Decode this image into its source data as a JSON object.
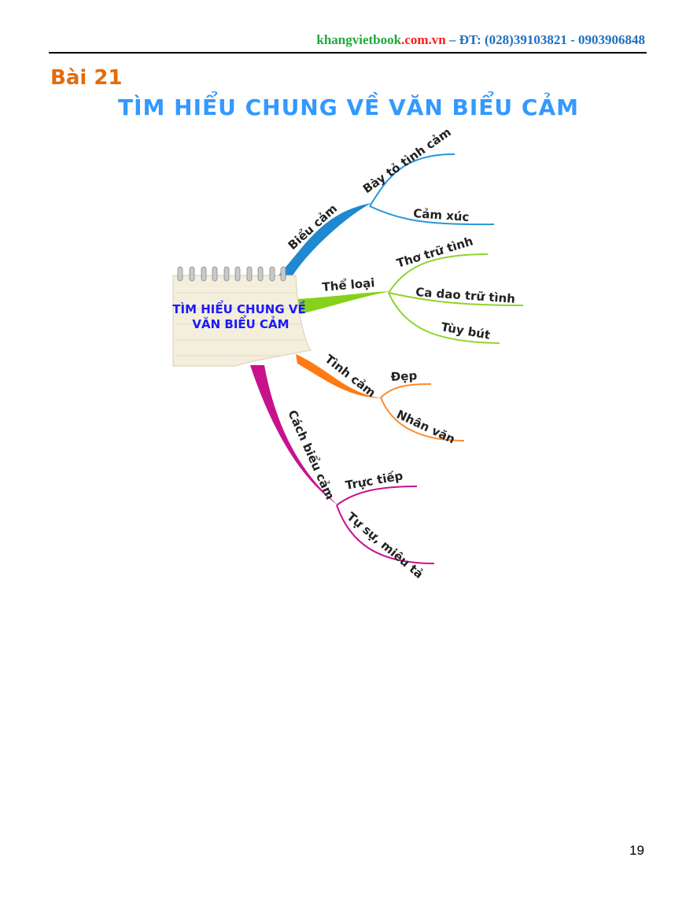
{
  "header": {
    "site_name": "khangvietbook",
    "site_domain": ".com.vn",
    "contact": " – ĐT: (028)39103821 - 0903906848"
  },
  "lesson": "Bài 21",
  "title": "TÌM HIỂU CHUNG VỀ VĂN BIỂU CẢM",
  "mindmap": {
    "center": [
      "TÌM HIỂU CHUNG VỀ",
      "VĂN BIỂU CẢM"
    ],
    "branches": [
      {
        "label": "Biểu cảm",
        "color": "#1e88d0",
        "children": [
          "Bày tỏ tình cảm",
          "Cảm xúc"
        ]
      },
      {
        "label": "Thể loại",
        "color": "#86d11a",
        "children": [
          "Thơ trữ tình",
          "Ca dao trữ tình",
          "Tùy bút"
        ]
      },
      {
        "label": "Tình cảm",
        "color": "#ff7a12",
        "children": [
          "Đẹp",
          "Nhân văn"
        ]
      },
      {
        "label": "Cách biểu cảm",
        "color": "#c8128c",
        "children": [
          "Trực tiếp",
          "Tự sự, miêu tả"
        ]
      }
    ]
  },
  "page_number": "19"
}
